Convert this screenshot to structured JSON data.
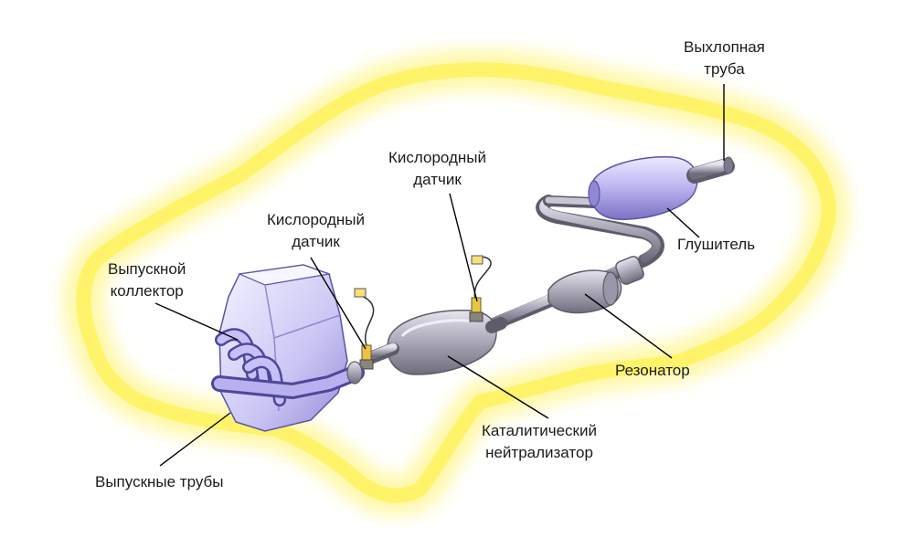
{
  "labels": {
    "exhaust_pipe": [
      "Выхлопная",
      "труба"
    ],
    "oxygen_sensor_rear": [
      "Кислородный",
      "датчик"
    ],
    "oxygen_sensor_front": [
      "Кислородный",
      "датчик"
    ],
    "exhaust_manifold": [
      "Выпускной",
      "коллектор"
    ],
    "muffler": "Глушитель",
    "resonator": "Резонатор",
    "catalytic_converter": [
      "Каталитический",
      "нейтрализатор"
    ],
    "exhaust_tubes": "Выпускные трубы"
  },
  "colors": {
    "car_outline": "#fff36a",
    "car_glow": "#fffbc4",
    "metal_purple": "#b9b4f0",
    "metal_dark": "#6d66b8",
    "pipe_gray": "#a9a6b6",
    "leader_line": "#000000",
    "text": "#1b1b1b"
  }
}
